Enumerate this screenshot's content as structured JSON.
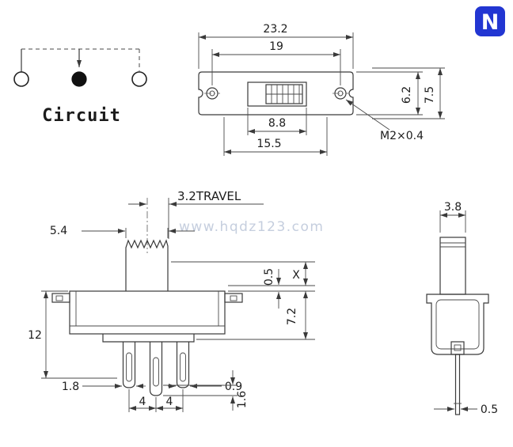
{
  "brand": {
    "logo_letter": "N",
    "logo_color": "#2236d2"
  },
  "watermark": {
    "text": "www.hqdz123.com",
    "color": "#c5cede"
  },
  "circuit": {
    "label": "Circuit"
  },
  "top_view": {
    "dims": {
      "overall_width": "23.2",
      "hole_spacing": "19",
      "slot_width": "8.8",
      "plate_span": "15.5",
      "body_height": "6.2",
      "overall_height": "7.5",
      "thread": "M2×0.4"
    }
  },
  "front_view": {
    "travel_label": "3.2TRAVEL",
    "dims": {
      "knob_width": "5.4",
      "overall_height": "12",
      "plate_gap": "0.5",
      "knob_height": "X",
      "body_height": "7.2",
      "pin_width": "1.8",
      "pin_thickness": "0.9",
      "pitch_a": "4",
      "pitch_b": "4",
      "pin_tip": "1.6"
    }
  },
  "side_view": {
    "dims": {
      "knob_depth": "3.8",
      "pin_thickness": "0.5"
    }
  }
}
